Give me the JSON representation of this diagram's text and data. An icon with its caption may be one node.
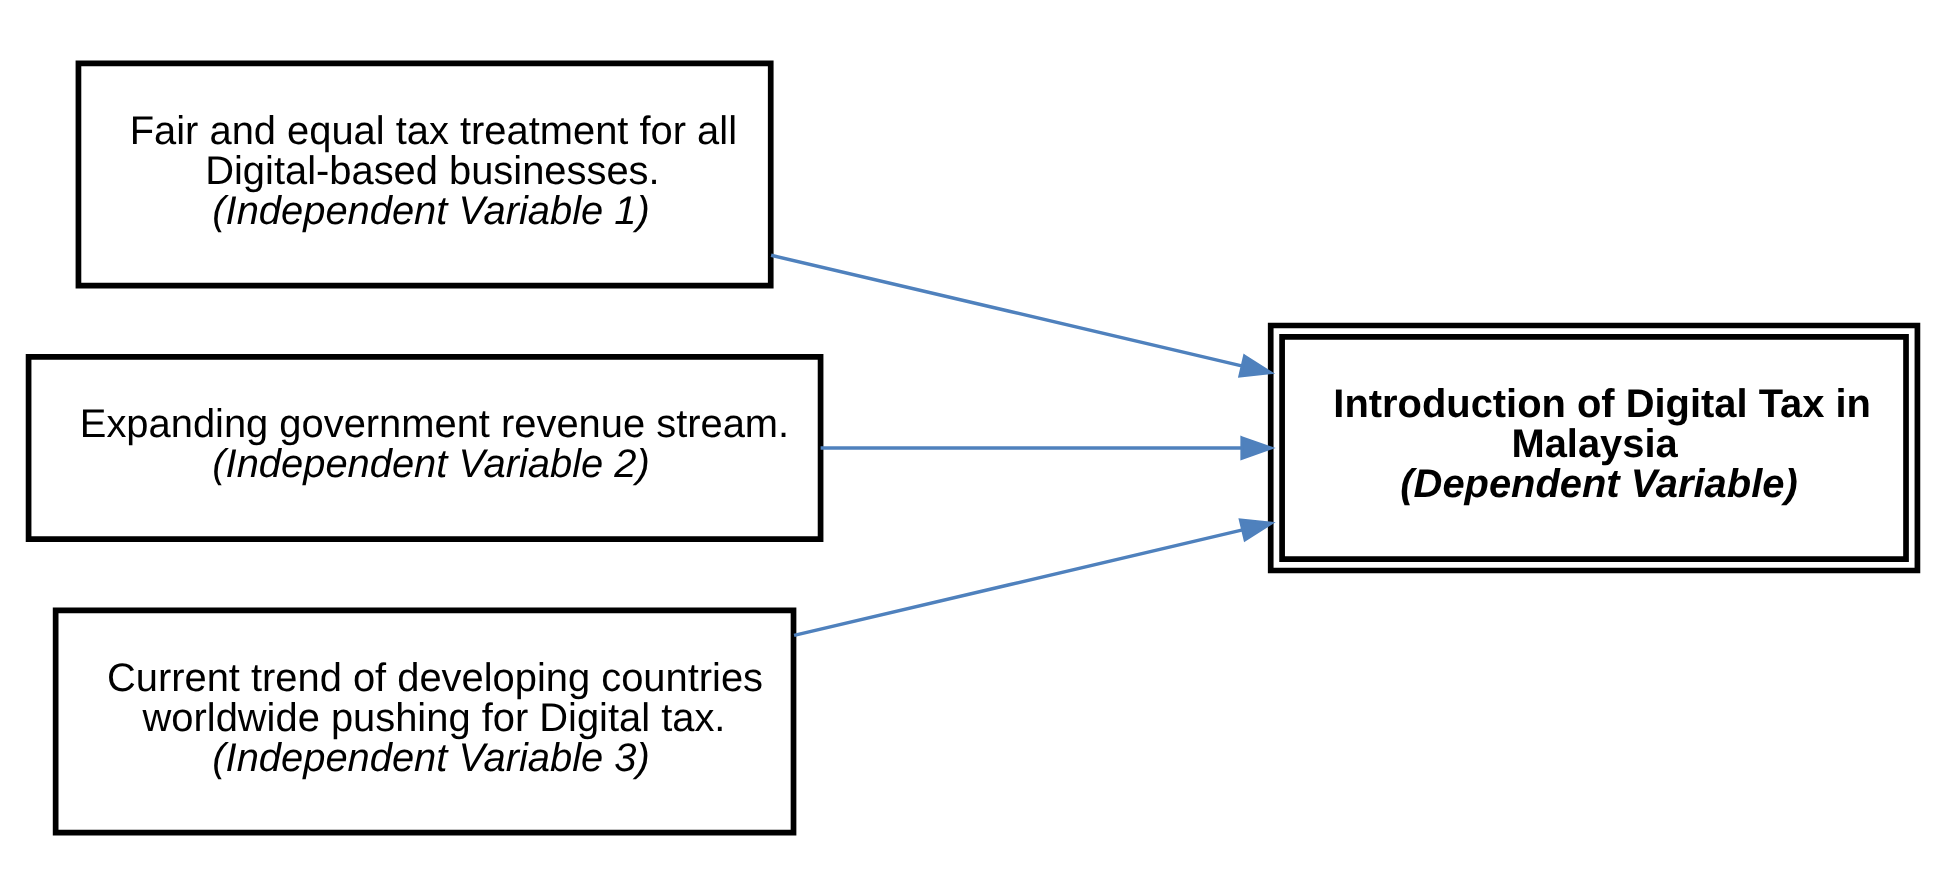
{
  "diagram": {
    "nodes": [
      {
        "text": [
          "Fair and equal tax treatment for all Digital-based businesses.",
          "(Independent Variable 1)"
        ]
      },
      {
        "text": [
          "Expanding government revenue stream.",
          "(Independent Variable 2)"
        ]
      },
      {
        "text": [
          "Current trend of developing countries worldwide pushing for Digital tax.",
          "(Independent Variable 3)"
        ]
      },
      {
        "text": [
          "Introduction of Digital Tax in Malaysia",
          "(Dependent Variable)"
        ]
      }
    ],
    "edges": [
      {
        "from": 0,
        "to": 3,
        "arrow": "to"
      },
      {
        "from": 1,
        "to": 3,
        "arrow": "to"
      },
      {
        "from": 2,
        "to": 3,
        "arrow": "to"
      }
    ]
  }
}
